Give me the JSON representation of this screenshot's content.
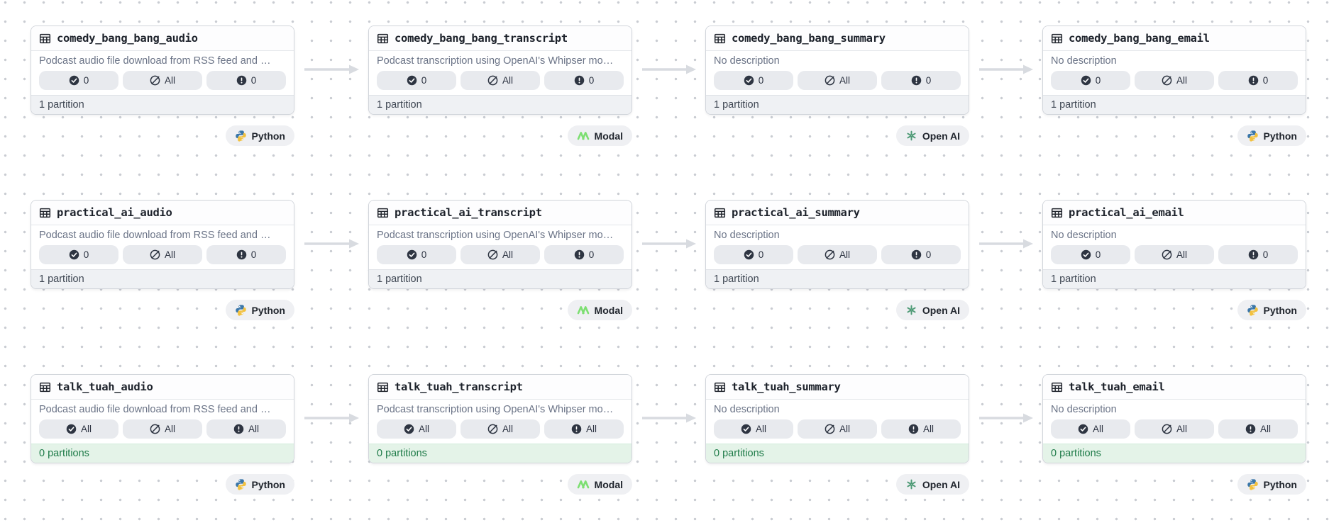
{
  "graph": {
    "rows": [
      {
        "cards": [
          {
            "name": "comedy_bang_bang_audio",
            "description": "Podcast audio file download from RSS feed and …",
            "badges": [
              {
                "icon": "check-circle-icon",
                "value": "0"
              },
              {
                "icon": "slash-circle-icon",
                "value": "All"
              },
              {
                "icon": "alert-circle-icon",
                "value": "0"
              }
            ],
            "partitions": "1 partition",
            "footer_variant": "neutral",
            "tag": {
              "label": "Python",
              "icon": "python-icon"
            }
          },
          {
            "name": "comedy_bang_bang_transcript",
            "description": "Podcast transcription using OpenAI's Whipser mo…",
            "badges": [
              {
                "icon": "check-circle-icon",
                "value": "0"
              },
              {
                "icon": "slash-circle-icon",
                "value": "All"
              },
              {
                "icon": "alert-circle-icon",
                "value": "0"
              }
            ],
            "partitions": "1 partition",
            "footer_variant": "neutral",
            "tag": {
              "label": "Modal",
              "icon": "modal-icon"
            }
          },
          {
            "name": "comedy_bang_bang_summary",
            "description": "No description",
            "badges": [
              {
                "icon": "check-circle-icon",
                "value": "0"
              },
              {
                "icon": "slash-circle-icon",
                "value": "All"
              },
              {
                "icon": "alert-circle-icon",
                "value": "0"
              }
            ],
            "partitions": "1 partition",
            "footer_variant": "neutral",
            "tag": {
              "label": "Open AI",
              "icon": "openai-icon"
            }
          },
          {
            "name": "comedy_bang_bang_email",
            "description": "No description",
            "badges": [
              {
                "icon": "check-circle-icon",
                "value": "0"
              },
              {
                "icon": "slash-circle-icon",
                "value": "All"
              },
              {
                "icon": "alert-circle-icon",
                "value": "0"
              }
            ],
            "partitions": "1 partition",
            "footer_variant": "neutral",
            "tag": {
              "label": "Python",
              "icon": "python-icon"
            }
          }
        ]
      },
      {
        "cards": [
          {
            "name": "practical_ai_audio",
            "description": "Podcast audio file download from RSS feed and …",
            "badges": [
              {
                "icon": "check-circle-icon",
                "value": "0"
              },
              {
                "icon": "slash-circle-icon",
                "value": "All"
              },
              {
                "icon": "alert-circle-icon",
                "value": "0"
              }
            ],
            "partitions": "1 partition",
            "footer_variant": "neutral",
            "tag": {
              "label": "Python",
              "icon": "python-icon"
            }
          },
          {
            "name": "practical_ai_transcript",
            "description": "Podcast transcription using OpenAI's Whipser mo…",
            "badges": [
              {
                "icon": "check-circle-icon",
                "value": "0"
              },
              {
                "icon": "slash-circle-icon",
                "value": "All"
              },
              {
                "icon": "alert-circle-icon",
                "value": "0"
              }
            ],
            "partitions": "1 partition",
            "footer_variant": "neutral",
            "tag": {
              "label": "Modal",
              "icon": "modal-icon"
            }
          },
          {
            "name": "practical_ai_summary",
            "description": "No description",
            "badges": [
              {
                "icon": "check-circle-icon",
                "value": "0"
              },
              {
                "icon": "slash-circle-icon",
                "value": "All"
              },
              {
                "icon": "alert-circle-icon",
                "value": "0"
              }
            ],
            "partitions": "1 partition",
            "footer_variant": "neutral",
            "tag": {
              "label": "Open AI",
              "icon": "openai-icon"
            }
          },
          {
            "name": "practical_ai_email",
            "description": "No description",
            "badges": [
              {
                "icon": "check-circle-icon",
                "value": "0"
              },
              {
                "icon": "slash-circle-icon",
                "value": "All"
              },
              {
                "icon": "alert-circle-icon",
                "value": "0"
              }
            ],
            "partitions": "1 partition",
            "footer_variant": "neutral",
            "tag": {
              "label": "Python",
              "icon": "python-icon"
            }
          }
        ]
      },
      {
        "cards": [
          {
            "name": "talk_tuah_audio",
            "description": "Podcast audio file download from RSS feed and …",
            "badges": [
              {
                "icon": "check-circle-icon",
                "value": "All"
              },
              {
                "icon": "slash-circle-icon",
                "value": "All"
              },
              {
                "icon": "alert-circle-icon",
                "value": "All"
              }
            ],
            "partitions": "0 partitions",
            "footer_variant": "success",
            "tag": {
              "label": "Python",
              "icon": "python-icon"
            }
          },
          {
            "name": "talk_tuah_transcript",
            "description": "Podcast transcription using OpenAI's Whipser mo…",
            "badges": [
              {
                "icon": "check-circle-icon",
                "value": "All"
              },
              {
                "icon": "slash-circle-icon",
                "value": "All"
              },
              {
                "icon": "alert-circle-icon",
                "value": "All"
              }
            ],
            "partitions": "0 partitions",
            "footer_variant": "success",
            "tag": {
              "label": "Modal",
              "icon": "modal-icon"
            }
          },
          {
            "name": "talk_tuah_summary",
            "description": "No description",
            "badges": [
              {
                "icon": "check-circle-icon",
                "value": "All"
              },
              {
                "icon": "slash-circle-icon",
                "value": "All"
              },
              {
                "icon": "alert-circle-icon",
                "value": "All"
              }
            ],
            "partitions": "0 partitions",
            "footer_variant": "success",
            "tag": {
              "label": "Open AI",
              "icon": "openai-icon"
            }
          },
          {
            "name": "talk_tuah_email",
            "description": "No description",
            "badges": [
              {
                "icon": "check-circle-icon",
                "value": "All"
              },
              {
                "icon": "slash-circle-icon",
                "value": "All"
              },
              {
                "icon": "alert-circle-icon",
                "value": "All"
              }
            ],
            "partitions": "0 partitions",
            "footer_variant": "success",
            "tag": {
              "label": "Python",
              "icon": "python-icon"
            }
          }
        ]
      }
    ]
  },
  "colors": {
    "card_border": "#d1d5db",
    "badge_bg": "#e8eaee",
    "footer_neutral_bg": "#eff1f4",
    "footer_success_bg": "#e4f3e8",
    "footer_success_text": "#1e7b48",
    "description_text": "#6b7487",
    "title_text": "#1d222b",
    "arrow": "#d8dbe0",
    "dot_grid": "#c9ccd2",
    "python_blue": "#3a76a9",
    "python_yellow": "#f2c13f",
    "modal_green": "#7ddf72",
    "openai_green": "#4e9a76"
  }
}
